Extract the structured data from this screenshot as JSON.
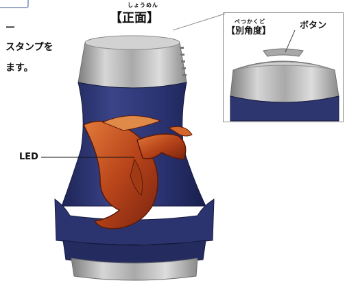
{
  "side_text": {
    "line1": "ー",
    "line2": "スタンプを",
    "line3": "ます。"
  },
  "front_view": {
    "furigana": "しょうめん",
    "label": "【正面】"
  },
  "alt_view": {
    "furigana": "べつかくど",
    "label": "【別角度】",
    "callout": "ボタン"
  },
  "led": {
    "label": "LED"
  },
  "colors": {
    "body_navy": "#2e3670",
    "cap_silver": "#b9b9b9",
    "hornet_orange": "#c4521c"
  }
}
